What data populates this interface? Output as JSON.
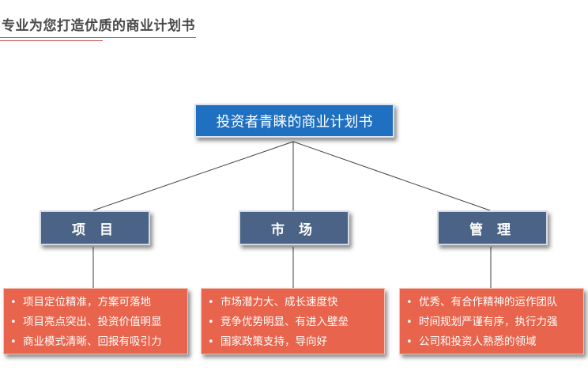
{
  "header": {
    "title": "专业为您打造优质的商业计划书"
  },
  "diagram": {
    "root": "投资者青睐的商业计划书",
    "branches": [
      {
        "label": "项 目",
        "items": [
          "项目定位精准，方案可落地",
          "项目亮点突出、投资价值明显",
          "商业模式清晰、回报有吸引力"
        ]
      },
      {
        "label": "市 场",
        "items": [
          "市场潜力大、成长速度快",
          "竞争优势明显、有进入壁垒",
          "国家政策支持，导向好"
        ]
      },
      {
        "label": "管 理",
        "items": [
          "优秀、有合作精神的运作团队",
          "时间规划严谨有序，执行力强",
          "公司和投资人熟悉的领域"
        ]
      }
    ]
  },
  "colors": {
    "root_fill": "#1f70c1",
    "category_fill": "#4a6386",
    "detail_fill": "#e8644c",
    "accent_rule": "#c0504d",
    "connector": "#404040"
  }
}
